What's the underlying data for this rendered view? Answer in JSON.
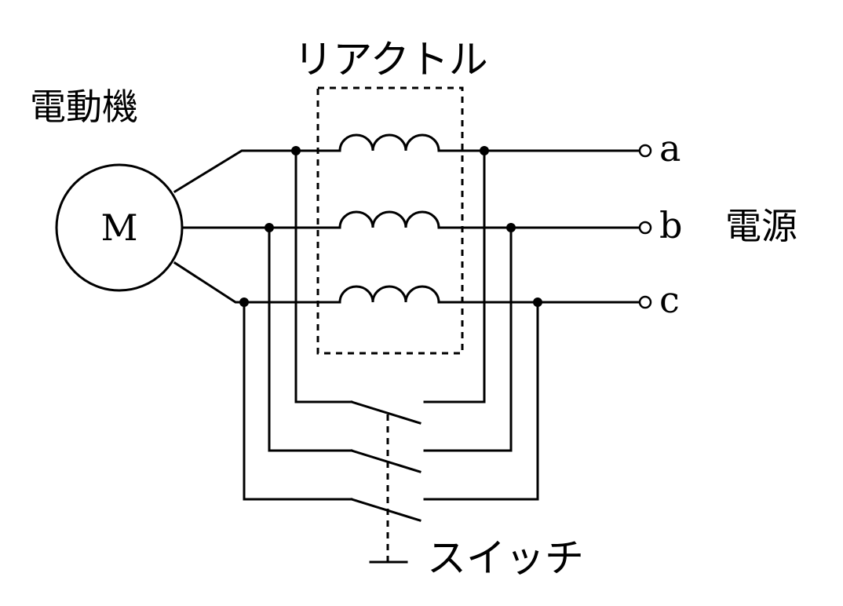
{
  "labels": {
    "reactor": "リアクトル",
    "motor": "電動機",
    "motor_symbol": "M",
    "power_source": "電源",
    "switch": "スイッチ"
  },
  "terminals": [
    {
      "name": "a"
    },
    {
      "name": "b"
    },
    {
      "name": "c"
    }
  ]
}
